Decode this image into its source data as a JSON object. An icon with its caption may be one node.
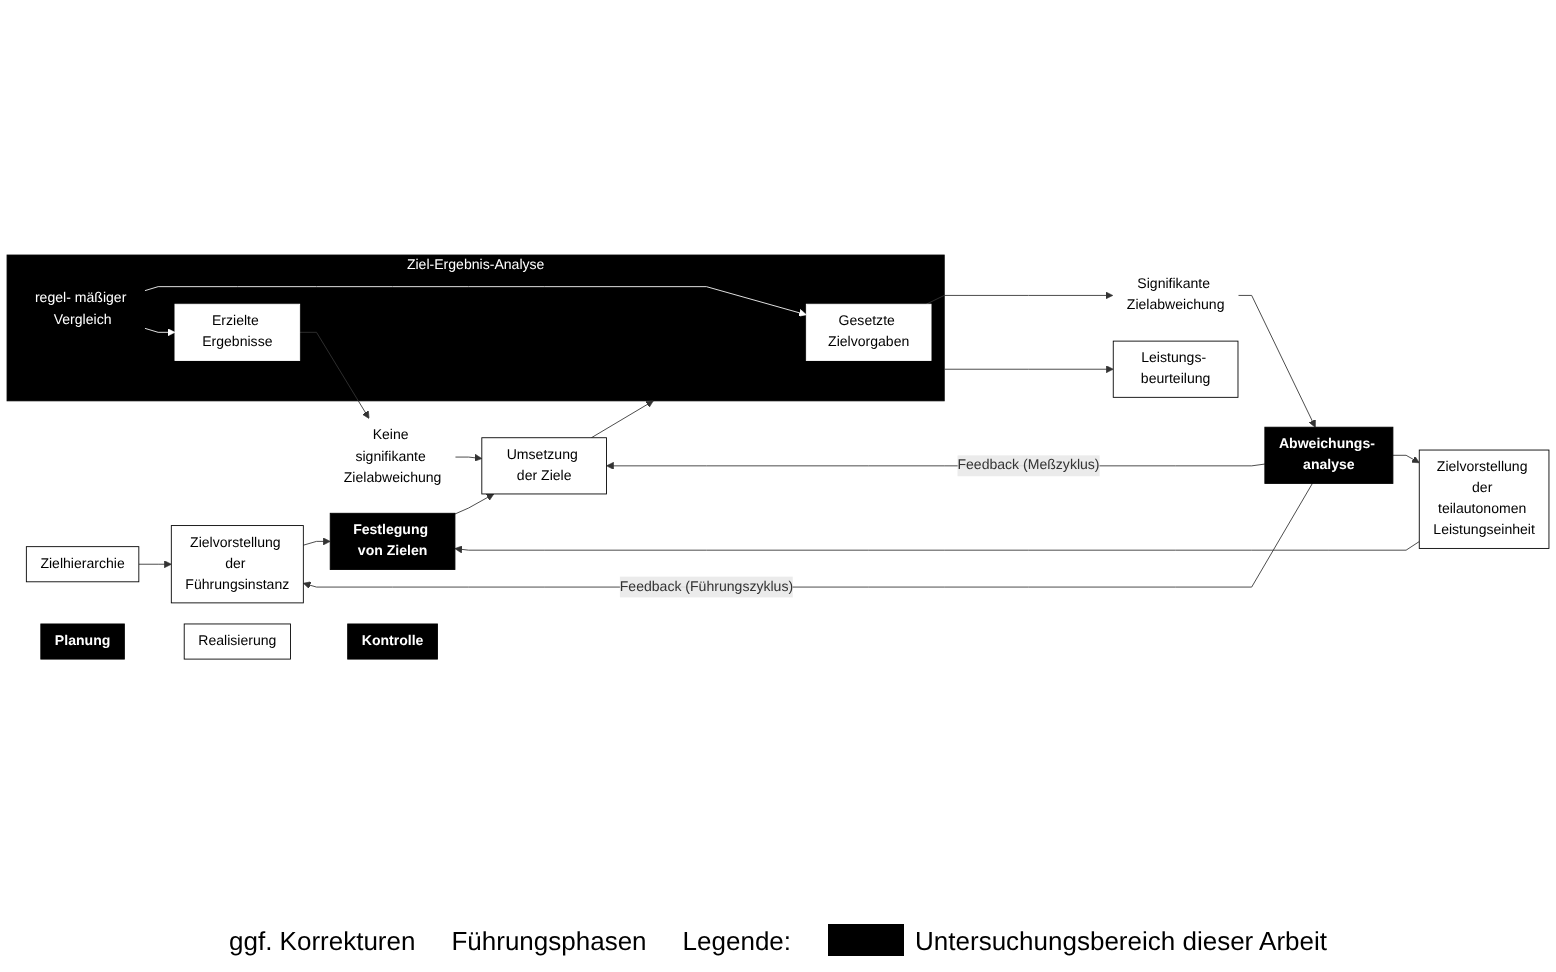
{
  "diagram": {
    "nodes": [
      {
        "text": [
          "Zielhierarchie"
        ]
      },
      {
        "text": [
          "Zielvorstellung der Führungsinstanz"
        ]
      },
      {
        "text": [
          "Zielvorstellung der teilautonomen Leistungseinheit"
        ]
      },
      {
        "text": [
          "Festlegung von Zielen"
        ]
      },
      {
        "text": [
          "Umsetzung der Ziele"
        ]
      },
      {
        "text": [
          "Ziel-Ergebnis-Analyse"
        ]
      },
      {
        "text": [
          "Gesetzte Zielvorgaben"
        ],
        "in": 5
      },
      {
        "text": [
          "regel- mäßiger Vergleich"
        ],
        "in": 5
      },
      {
        "text": [
          "Erzielte Ergebnisse"
        ],
        "in": 5
      },
      {
        "text": [
          "Abweichungs- analyse"
        ]
      },
      {
        "text": [
          "Signifikante Zielabweichung"
        ]
      },
      {
        "text": [
          "Leistungs- beurteilung"
        ]
      },
      {
        "text": [
          "Keine signifikante Zielabweichung"
        ]
      },
      {
        "text": [
          "Planung"
        ]
      },
      {
        "text": [
          "Realisierung"
        ]
      },
      {
        "text": [
          "Kontrolle"
        ]
      }
    ],
    "edges": [
      {
        "from": 0,
        "to": 1,
        "arrow": "to"
      },
      {
        "from": 1,
        "to": 3,
        "arrow": "to"
      },
      {
        "from": 2,
        "to": 3,
        "arrow": "to"
      },
      {
        "from": 3,
        "to": 4,
        "arrow": "to"
      },
      {
        "from": 4,
        "to": 5,
        "arrow": "to"
      },
      {
        "from": 7,
        "to": 6,
        "arrow": "to",
        "color": "#ffffff"
      },
      {
        "from": 7,
        "to": 8,
        "arrow": "to",
        "color": "#ffffff"
      },
      {
        "from": 6,
        "to": 10,
        "arrow": "to"
      },
      {
        "from": 5,
        "to": 11,
        "arrow": "to"
      },
      {
        "from": 8,
        "to": 12,
        "arrow": "to"
      },
      {
        "from": 10,
        "to": 9,
        "arrow": "to"
      },
      {
        "from": 12,
        "to": 4,
        "arrow": "to"
      },
      {
        "from": 9,
        "to": 4,
        "arrow": "to",
        "label": "Feedback (Meßzyklus)"
      },
      {
        "from": 9,
        "to": 1,
        "arrow": "to",
        "label": "Feedback (Führungszyklus)"
      },
      {
        "from": 9,
        "to": 2,
        "arrow": "to"
      }
    ],
    "labels": [
      "ggf. Korrekturen",
      "Führungsphasen",
      "Legende:"
    ],
    "legend": [
      {
        "text": "Untersuchungsbereich dieser Arbeit",
        "color": "#000000"
      }
    ]
  }
}
